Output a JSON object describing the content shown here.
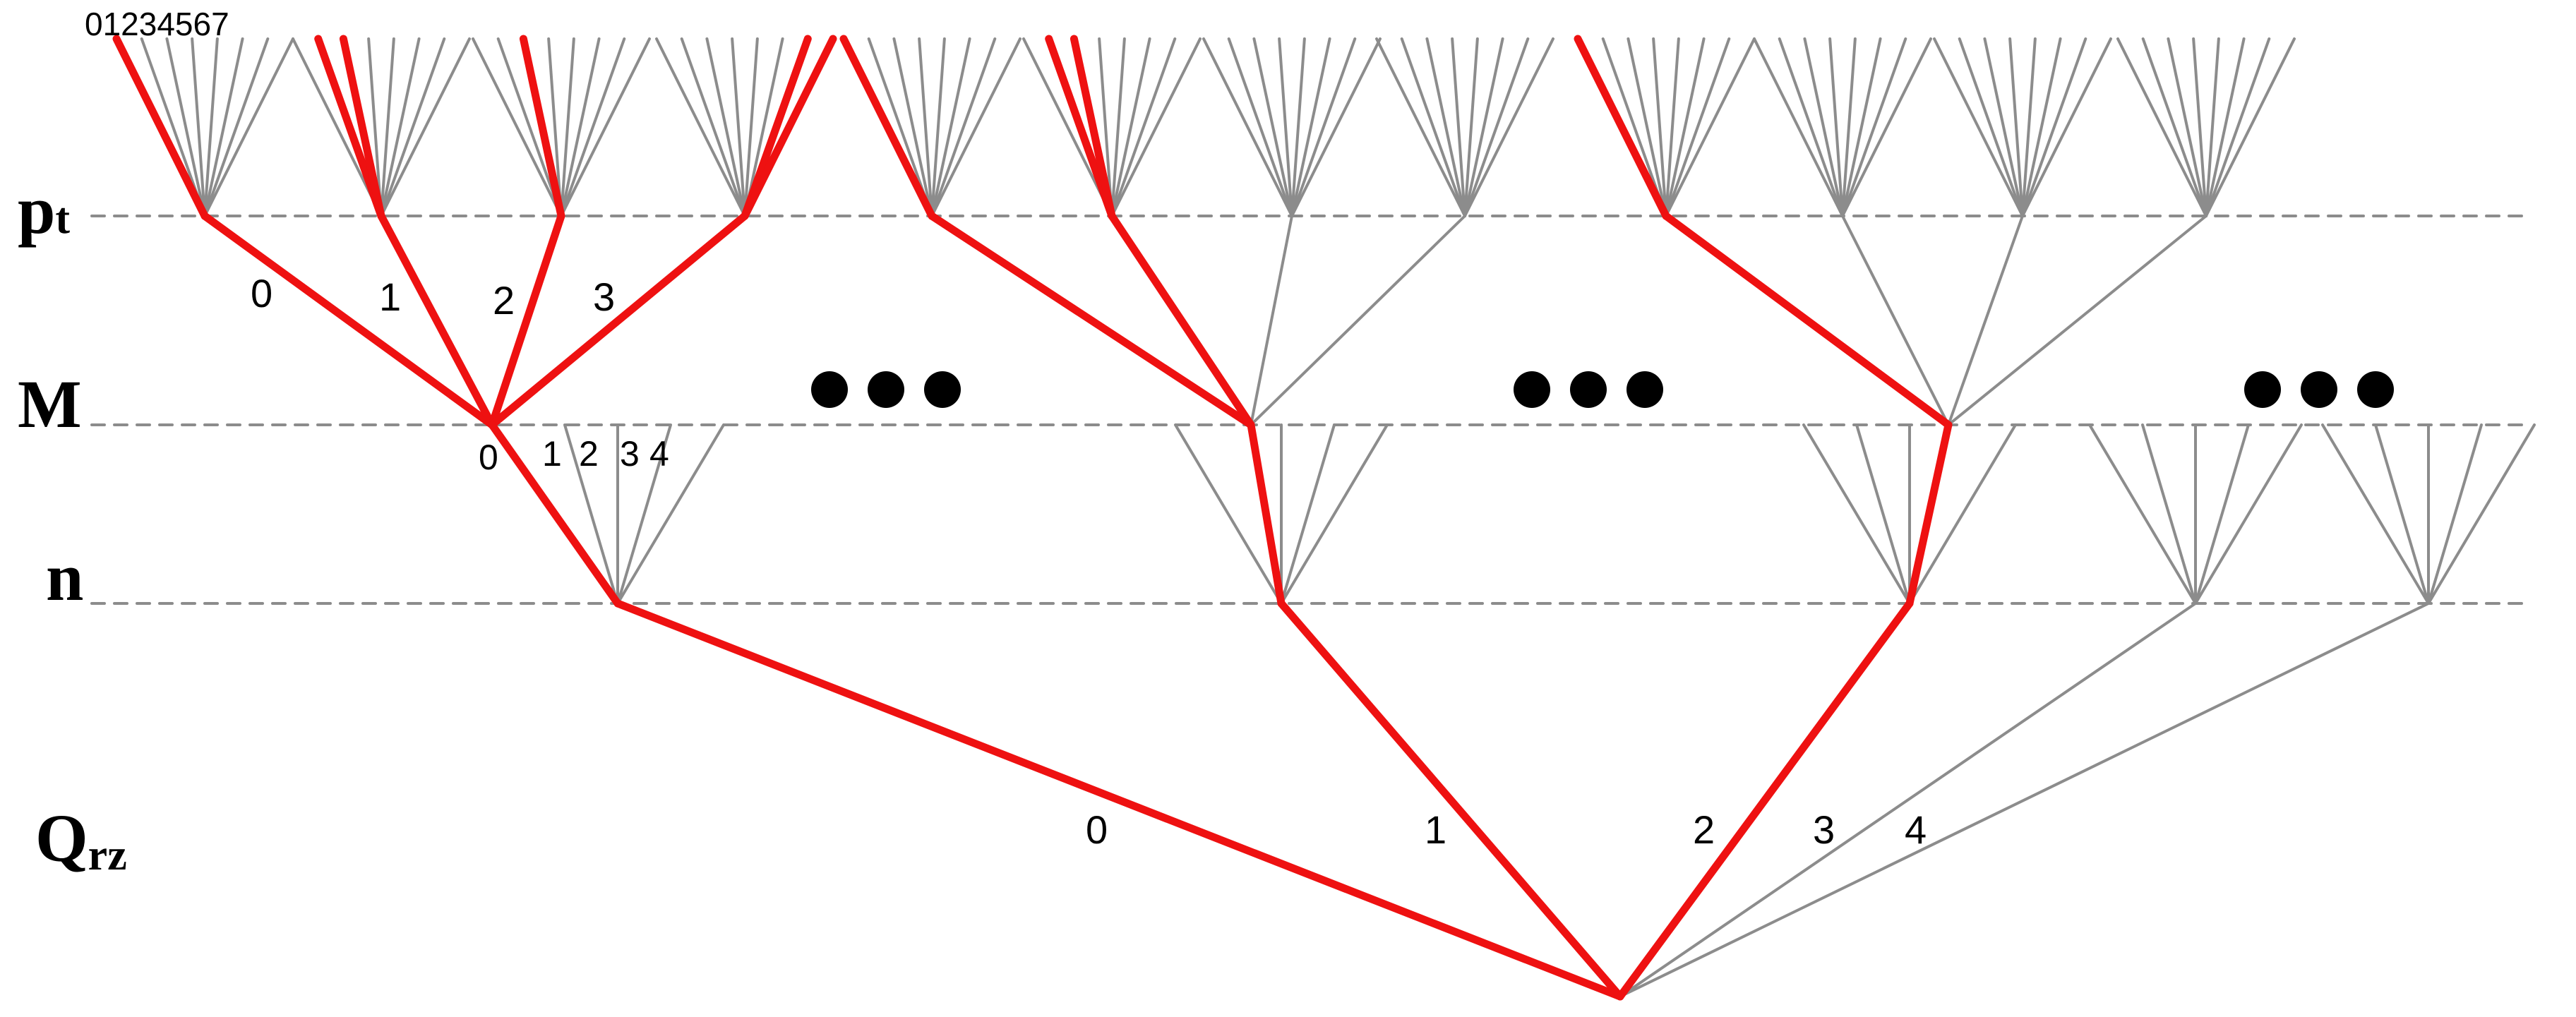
{
  "colors": {
    "highlight": "#ee1111",
    "branch": "#8c8c8c",
    "dashed_line": "#8c8c8c",
    "text": "#000000"
  },
  "level_labels": {
    "pt_main": "p",
    "pt_sub": "t",
    "m": "M",
    "n": "n",
    "qrz_main": "Q",
    "qrz_sub": "rz"
  },
  "top_indices": "01234567",
  "pt_edge_labels": [
    "0",
    "1",
    "2",
    "3"
  ],
  "m_edge_labels": [
    "0",
    "1",
    "2",
    "3",
    "4"
  ],
  "qrz_edge_labels": [
    "0",
    "1",
    "2",
    "3",
    "4"
  ],
  "ellipsis": "●●●",
  "highlighted_path": {
    "qrz_branch": 0,
    "n_branch": 0,
    "m_branches": [
      0,
      1,
      2,
      3
    ],
    "pt_branches": [
      [
        0
      ],
      [
        1,
        2
      ],
      [
        2
      ],
      [
        6,
        7
      ]
    ]
  }
}
